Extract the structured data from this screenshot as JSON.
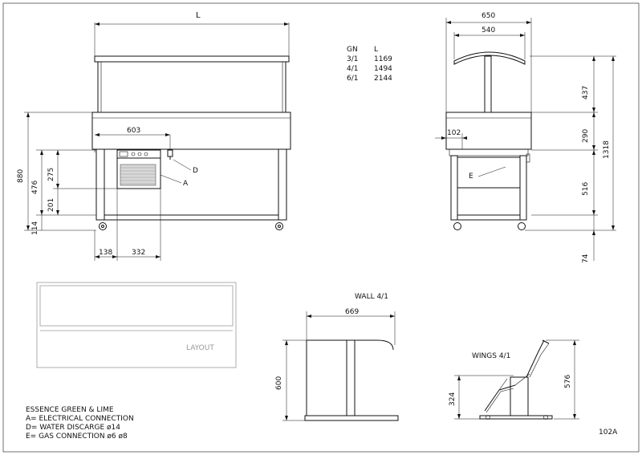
{
  "drawing_id": "102A",
  "top_width_label": "L",
  "table": {
    "header_gn": "GN",
    "header_l": "L",
    "rows": [
      {
        "gn": "3/1",
        "l": "1169"
      },
      {
        "gn": "4/1",
        "l": "1494"
      },
      {
        "gn": "6/1",
        "l": "2144"
      }
    ]
  },
  "front_view": {
    "dim_880": "880",
    "dim_476": "476",
    "dim_275": "275",
    "dim_201": "201",
    "dim_114": "114",
    "dim_603": "603",
    "dim_138": "138",
    "dim_332": "332",
    "label_a": "A",
    "label_d": "D"
  },
  "side_view": {
    "dim_650": "650",
    "dim_540": "540",
    "dim_437": "437",
    "dim_290": "290",
    "dim_1318": "1318",
    "dim_102": "102",
    "dim_516": "516",
    "dim_74": "74",
    "label_e": "E"
  },
  "layout_view": {
    "label": "LAYOUT"
  },
  "wall_view": {
    "title": "WALL 4/1",
    "dim_669": "669",
    "dim_600": "600"
  },
  "wings_view": {
    "title": "WINGS 4/1",
    "dim_576": "576",
    "dim_324": "324"
  },
  "legend": {
    "title": "ESSENCE GREEN & LIME",
    "lines": [
      "A= ELECTRICAL CONNECTION",
      "D= WATER DISCARGE ø14",
      "E= GAS CONNECTION ø6 ø8"
    ]
  }
}
